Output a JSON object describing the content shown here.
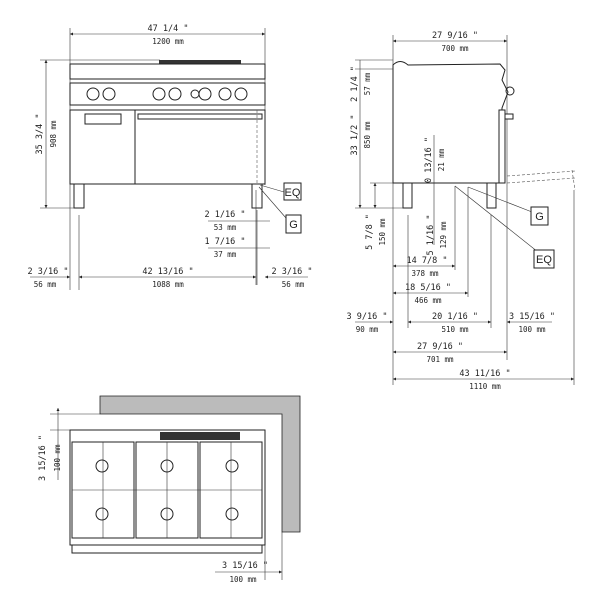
{
  "front_view": {
    "width_in": "47 1/4 \"",
    "width_mm": "1200 mm",
    "height_in": "35 3/4 \"",
    "height_mm": "908 mm",
    "eq_label": "EQ",
    "g_label": "G",
    "eq_offset_in": "2 1/16 \"",
    "eq_offset_mm": "53 mm",
    "g_offset_in": "1 7/16 \"",
    "g_offset_mm": "37 mm",
    "left_leg_in": "2 3/16 \"",
    "left_leg_mm": "56 mm",
    "leg_span_in": "42 13/16 \"",
    "leg_span_mm": "1088 mm",
    "right_leg_in": "2 3/16 \"",
    "right_leg_mm": "56 mm"
  },
  "side_view": {
    "depth_in": "27 9/16 \"",
    "depth_mm": "700 mm",
    "top_in": "2 1/4 \"",
    "top_mm": "57 mm",
    "body_in": "33 1/2 \"",
    "body_mm": "850 mm",
    "leg_in": "5 7/8 \"",
    "leg_mm": "150 mm",
    "conn_h1_in": "0 13/16 \"",
    "conn_h1_mm": "21 mm",
    "conn_h2_in": "5 1/16 \"",
    "conn_h2_mm": "129 mm",
    "eq_dist_in": "14 7/8 \"",
    "eq_dist_mm": "378 mm",
    "g_dist_in": "18 5/16 \"",
    "g_dist_mm": "466 mm",
    "rear_leg_in": "3 9/16 \"",
    "rear_leg_mm": "90 mm",
    "leg_span_in": "20 1/16 \"",
    "leg_span_mm": "510 mm",
    "front_leg_in": "3 15/16 \"",
    "front_leg_mm": "100 mm",
    "total_depth_in": "27 9/16 \"",
    "total_depth_mm": "701 mm",
    "open_depth_in": "43 11/16 \"",
    "open_depth_mm": "1110 mm",
    "g_label": "G",
    "eq_label": "EQ"
  },
  "top_view": {
    "rear_clear_in": "3 15/16 \"",
    "rear_clear_mm": "100 mm",
    "side_clear_in": "3 15/16 \"",
    "side_clear_mm": "100 mm"
  }
}
